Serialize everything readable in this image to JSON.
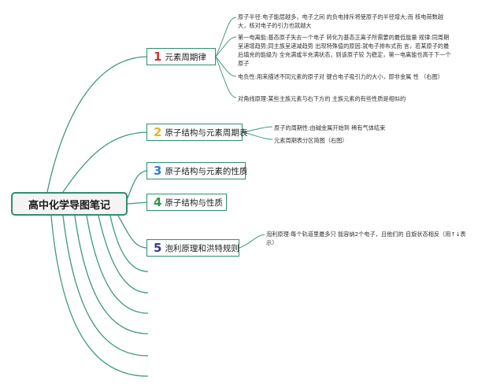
{
  "root": {
    "title": "高中化学导图笔记"
  },
  "topics": [
    {
      "num": "1",
      "label": "元素周期律",
      "color": "#d0342c"
    },
    {
      "num": "2",
      "label": "原子结构与元素周期表",
      "color": "#e8b12a"
    },
    {
      "num": "3",
      "label": "原子结构与元素的性质",
      "color": "#2a7fd0"
    },
    {
      "num": "4",
      "label": "原子结构与性质",
      "color": "#2a9a4a"
    },
    {
      "num": "5",
      "label": "泡利原理和洪特规则",
      "color": "#3a3a8a"
    }
  ],
  "notes": {
    "t1_n1": "原子半径:电子能层越多，电子之间 的负电排斥将使原子的半径增大;而 核电荷数越大，核对电子的引力也就越大",
    "t1_n2": "第一电离能:基态原子失去一个电子 转化为基态正离子所需要的最低能量 规律:同周期呈递增趋势;同主族呈递减趋势 出现特殊值的原因:就电子排布式而 言，若某原子的最后填充的能级为 全充满或半充满状态，则该原子较 为稳定，第一电离能也高于下一个原子",
    "t1_n3": "电负性:用来描述不同元素的原子对 键合电子吸引力的大小，即非金属 性 （右图）",
    "t1_n4": "对角线原理:某些主族元素与右下方的 主族元素的有些性质是相似的",
    "t2_n1": "原子的周期性:由碱金属开始到 稀有气体结束",
    "t2_n2": "元素周期表分区简图（右图）",
    "t5_n1": "泡利原理:每个轨道里最多只 能容纳2个电子，且他们的 自旋状态相反（用↑↓表示）"
  },
  "colors": {
    "branch": "#3f9a78",
    "border": "#2f8f6f"
  }
}
